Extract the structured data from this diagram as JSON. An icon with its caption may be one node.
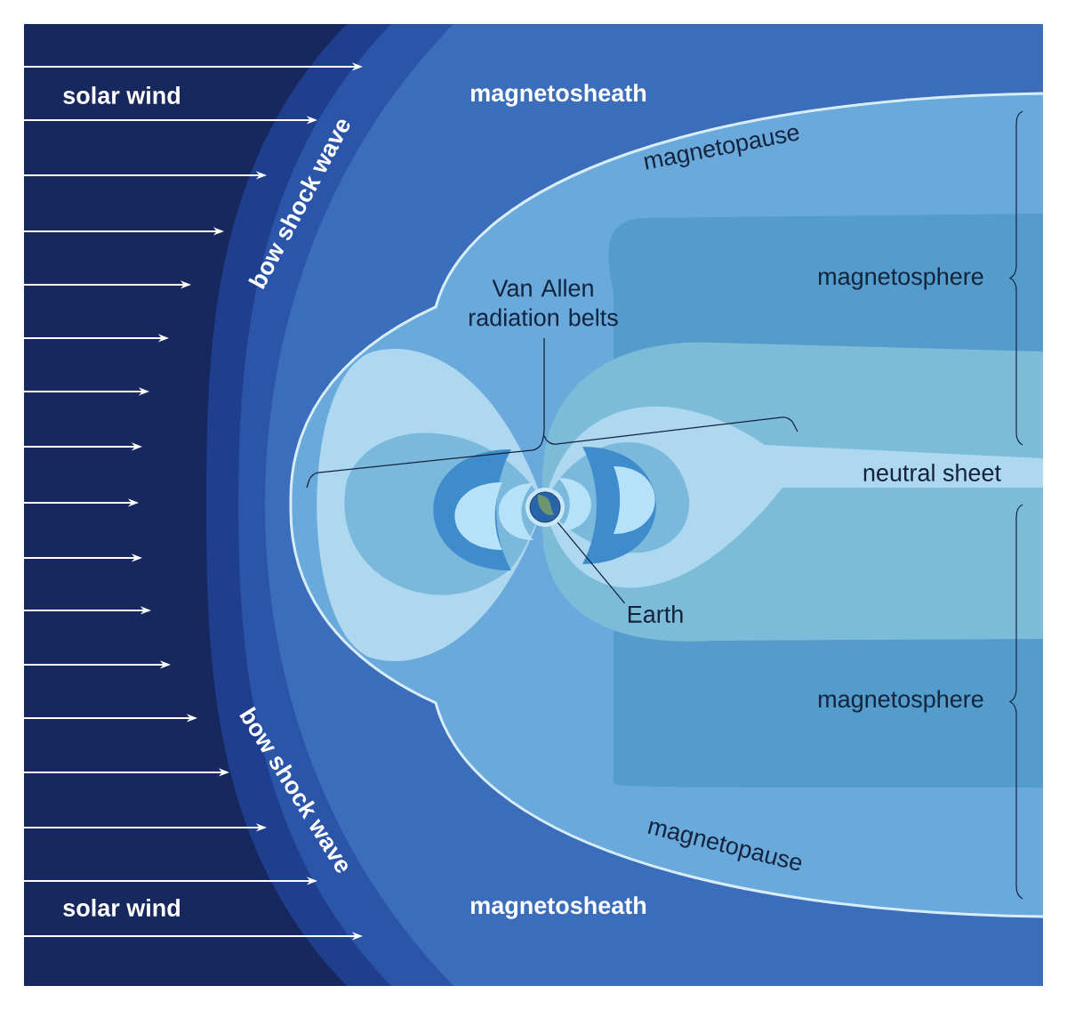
{
  "diagram": {
    "nodes": [
      {
        "text": [
          "Earth"
        ]
      },
      {
        "text": [],
        "shape": "picture"
      }
    ],
    "edges": [
      {
        "from": 0,
        "to": 1,
        "arrow": "none"
      }
    ],
    "labels": [
      "solar wind",
      "magnetosheath",
      "bow shock wave",
      "magnetopause",
      "Van Allen radiation belts",
      "magnetosphere",
      "neutral sheet",
      "magnetosphere",
      "bow shock wave",
      "magnetopause",
      "solar wind",
      "magnetosheath"
    ]
  }
}
